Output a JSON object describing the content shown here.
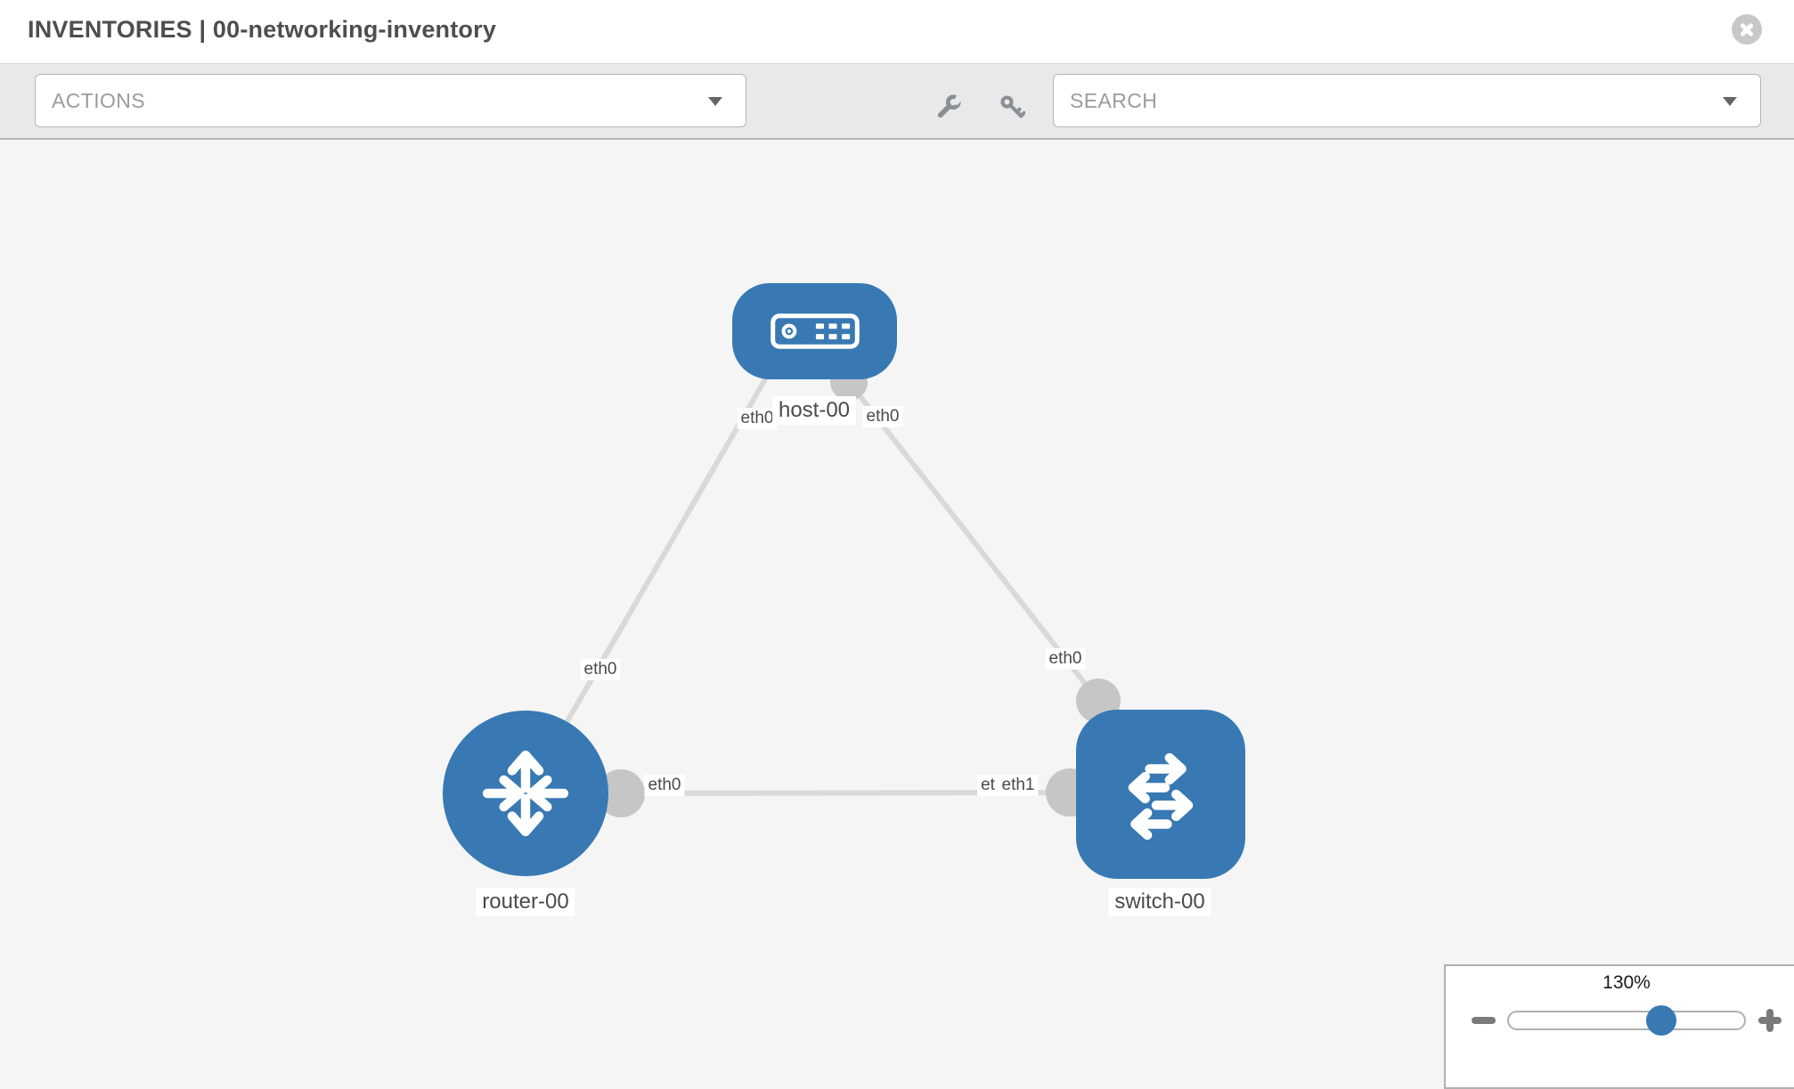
{
  "header": {
    "title": "INVENTORIES | 00-networking-inventory"
  },
  "toolbar": {
    "actions_label": "ACTIONS",
    "search_label": "SEARCH",
    "icons": [
      "wrench-icon",
      "key-icon"
    ]
  },
  "colors": {
    "node_blue": "#3879b3",
    "link_gray": "#d9d9d9",
    "port_gray": "#c6c6c6",
    "toolbar_bg": "#e9e9e9",
    "canvas_bg": "#f5f5f5"
  },
  "topology": {
    "nodes": [
      {
        "label": "host-00",
        "type": "host"
      },
      {
        "label": "router-00",
        "type": "router"
      },
      {
        "label": "switch-00",
        "type": "switch"
      }
    ],
    "links": [
      {
        "from": "host-00",
        "to": "router-00",
        "from_if": "eth0",
        "to_if": "eth0"
      },
      {
        "from": "host-00",
        "to": "switch-00",
        "from_if": "eth0",
        "to_if": "eth0"
      },
      {
        "from": "router-00",
        "to": "switch-00",
        "from_if": "eth0",
        "to_if": "eth1",
        "to_if_clipped": "et"
      }
    ]
  },
  "zoom_control": {
    "value": "130%"
  }
}
